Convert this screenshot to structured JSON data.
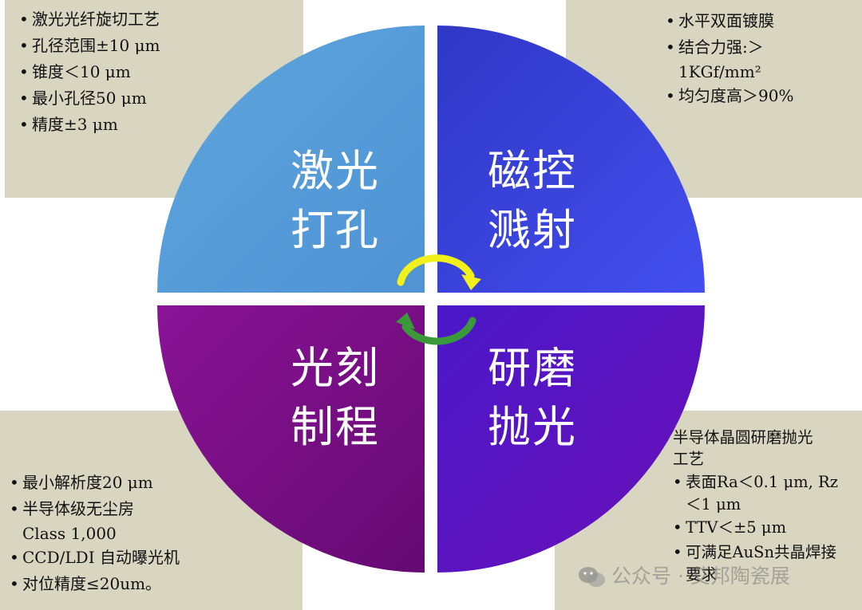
{
  "quadrants": {
    "tl": {
      "line1": "激光",
      "line2": "打孔",
      "color": "#5aa2dc"
    },
    "tr": {
      "line1": "磁控",
      "line2": "溅射",
      "color": "#3442d6"
    },
    "bl": {
      "line1": "光刻",
      "line2": "制程",
      "color": "#7a0d8a"
    },
    "br": {
      "line1": "研磨",
      "line2": "抛光",
      "color": "#5a12c0"
    }
  },
  "panels": {
    "tl": [
      "激光光纤旋切工艺",
      "孔径范围±10 μm",
      "锥度＜10 μm",
      "最小孔径50 μm",
      "精度±3 μm"
    ],
    "tr": {
      "items": [
        "水平双面镀膜",
        "结合力强:＞",
        "1KGf/mm²",
        "均匀度高＞90%"
      ]
    },
    "bl": {
      "items": [
        "最小解析度20 μm",
        "半导体级无尘房",
        "Class 1,000",
        "CCD/LDI 自动曝光机",
        "对位精度≤20um。"
      ]
    },
    "br": {
      "heading1": "半导体晶圆研磨抛光",
      "heading2": "工艺",
      "items": [
        "表面Ra＜0.1 μm, Rz",
        "＜1 μm",
        "TTV＜±5 μm",
        "可满足AuSn共晶焊接",
        "要求"
      ]
    }
  },
  "arrows": {
    "top_color": "#f2f21a",
    "bottom_color": "#3a9a3a"
  },
  "panel_color": "#d8d5c1",
  "watermark": {
    "text": "公众号 · 艾邦陶瓷展",
    "icon": "wechat-icon"
  }
}
